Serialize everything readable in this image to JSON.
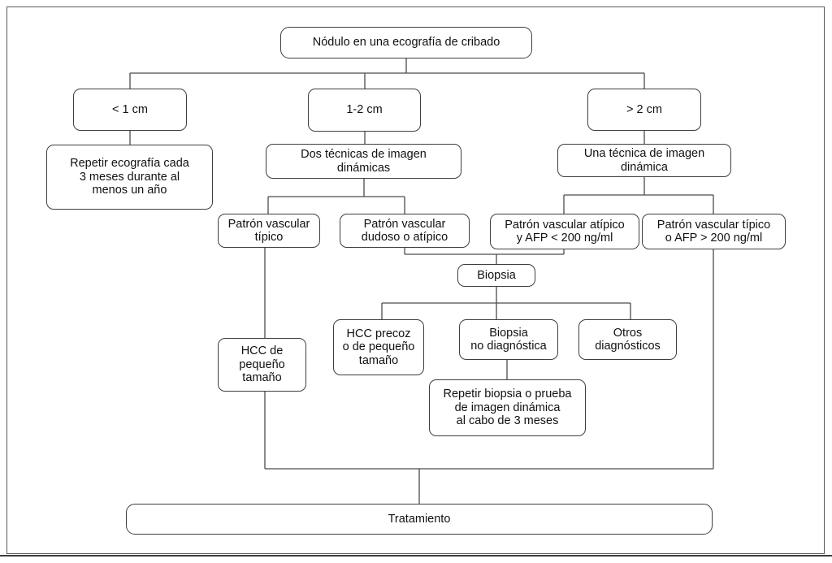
{
  "diagram": {
    "type": "flowchart",
    "language": "es",
    "nodes": {
      "nodulo": "Nódulo en una ecografía de cribado",
      "menor_1cm": "< 1 cm",
      "entre_1_2cm": "1-2 cm",
      "mayor_2cm": "> 2 cm",
      "repetir_ecografia": "Repetir ecografía cada\n3 meses durante al\nmenos un año",
      "dos_tecnicas": "Dos técnicas de imagen\ndinámicas",
      "una_tecnica": "Una técnica de imagen\ndinámica",
      "patron_tipico": "Patrón vascular\ntípico",
      "patron_dudoso": "Patrón vascular\ndudoso o atípico",
      "patron_atipico_afp": "Patrón vascular atípico\ny AFP < 200 ng/ml",
      "patron_tipico_afp": "Patrón vascular típico\no AFP > 200 ng/ml",
      "biopsia": "Biopsia",
      "hcc_precoz": "HCC precoz\no de pequeño\ntamaño",
      "biopsia_no_diagnostica": "Biopsia\nno diagnóstica",
      "otros_diagnosticos": "Otros\ndiagnósticos",
      "hcc_pequeno": "HCC de\npequeño\ntamaño",
      "repetir_biopsia": "Repetir biopsia o prueba\nde imagen dinámica\nal cabo de 3 meses",
      "tratamiento": "Tratamiento"
    },
    "edges": [
      [
        "nodulo",
        "menor_1cm"
      ],
      [
        "nodulo",
        "entre_1_2cm"
      ],
      [
        "nodulo",
        "mayor_2cm"
      ],
      [
        "menor_1cm",
        "repetir_ecografia"
      ],
      [
        "entre_1_2cm",
        "dos_tecnicas"
      ],
      [
        "mayor_2cm",
        "una_tecnica"
      ],
      [
        "dos_tecnicas",
        "patron_tipico"
      ],
      [
        "dos_tecnicas",
        "patron_dudoso"
      ],
      [
        "una_tecnica",
        "patron_atipico_afp"
      ],
      [
        "una_tecnica",
        "patron_tipico_afp"
      ],
      [
        "patron_dudoso",
        "biopsia"
      ],
      [
        "patron_atipico_afp",
        "biopsia"
      ],
      [
        "biopsia",
        "hcc_precoz"
      ],
      [
        "biopsia",
        "biopsia_no_diagnostica"
      ],
      [
        "biopsia",
        "otros_diagnosticos"
      ],
      [
        "patron_tipico",
        "hcc_pequeno"
      ],
      [
        "biopsia_no_diagnostica",
        "repetir_biopsia"
      ],
      [
        "hcc_pequeno",
        "tratamiento"
      ],
      [
        "patron_tipico_afp",
        "tratamiento"
      ]
    ],
    "colors": {
      "background": "#ffffff",
      "box_border": "#3e3e3e",
      "connector": "#4c4c4c",
      "text": "#111111"
    }
  }
}
